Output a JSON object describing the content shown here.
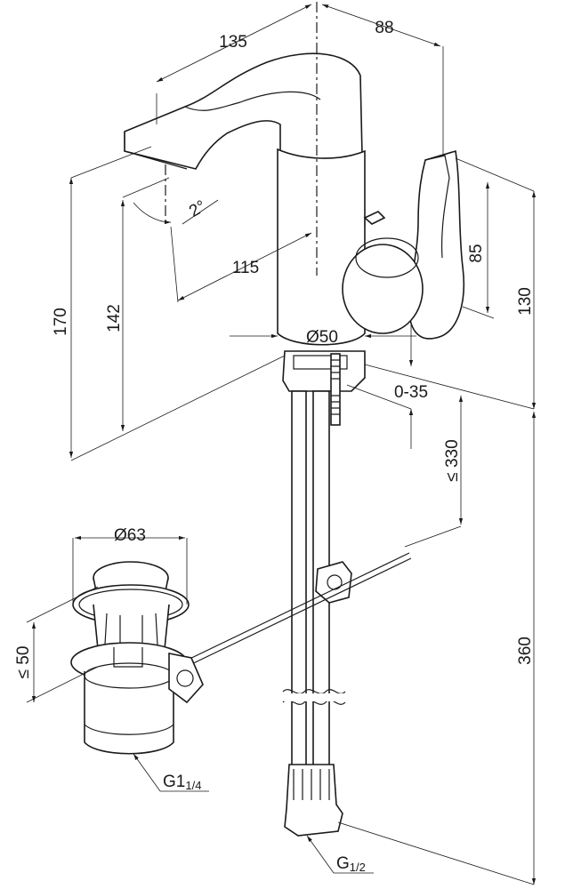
{
  "diagram": {
    "dimensions": {
      "d135": "135",
      "d88": "88",
      "angle": "2°",
      "d115": "115",
      "d85": "85",
      "d130": "130",
      "d170": "170",
      "d142": "142",
      "d50": "Ø50",
      "d0_35": "0-35",
      "d330": "≤ 330",
      "d63": "Ø63",
      "d360": "360",
      "d_le50": "≤ 50",
      "g114_main": "G1",
      "g114_sub": "1/4",
      "g12_main": "G",
      "g12_sub": "1/2"
    }
  }
}
